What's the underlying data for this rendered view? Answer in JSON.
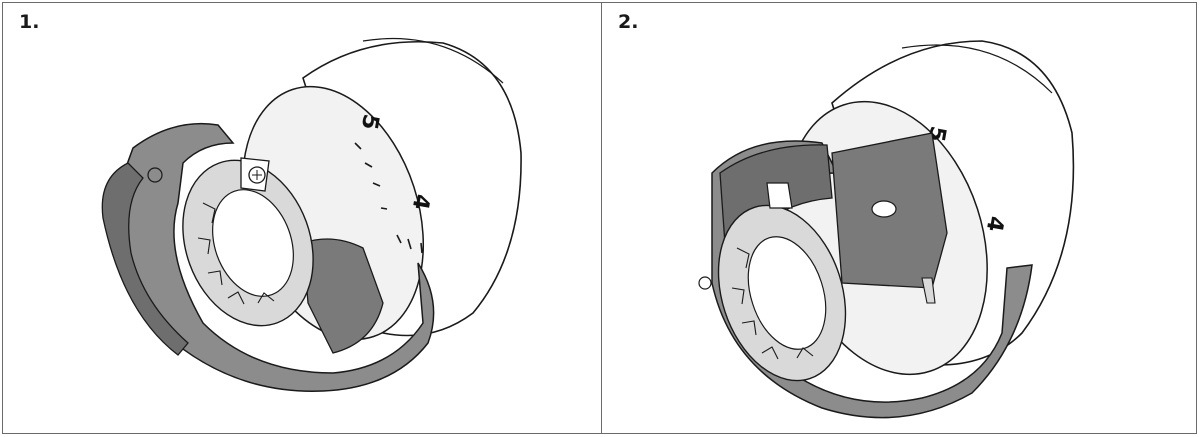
{
  "panels": [
    {
      "label": "1.",
      "scale": [
        "5",
        "4"
      ]
    },
    {
      "label": "2.",
      "scale": [
        "5",
        "4"
      ]
    }
  ],
  "colors": {
    "outline": "#1a1a1a",
    "body_light": "#ffffff",
    "ring_gray": "#8c8c8c",
    "ring_dark": "#6e6e6e",
    "inner_light": "#d9d9d9",
    "frame": "#6b6b6b"
  },
  "icons": [
    "thermostatic-head-illustration",
    "snap-adapter-ring"
  ]
}
